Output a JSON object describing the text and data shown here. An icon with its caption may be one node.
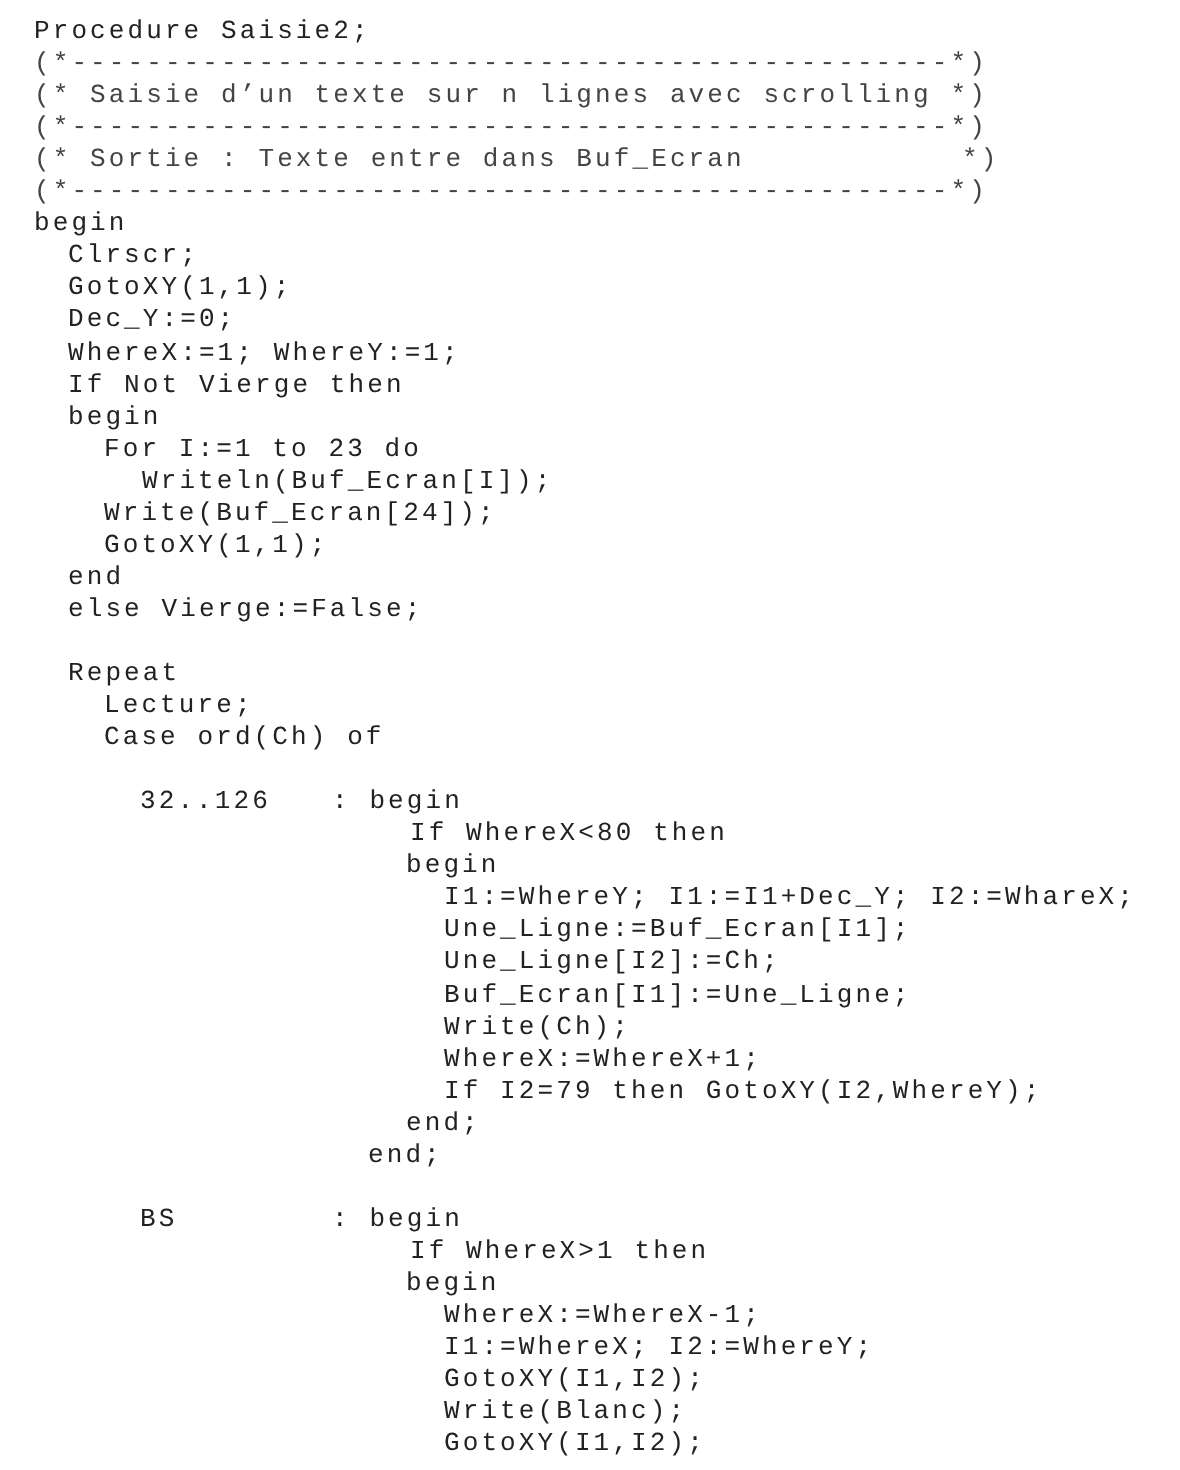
{
  "diagram": {
    "labels": [
      "Procedure Saisie2;",
      "(*-----------------------------------------------*)",
      "(* Saisie d’un texte sur n lignes avec scrolling *)",
      "(*-----------------------------------------------*)",
      "(* Sortie : Texte entre dans Buf_Ecran",
      "*)",
      "(*-----------------------------------------------*)",
      "begin",
      "Clrscr;",
      "GotoXY(1,1);",
      "Dec_Y:=0;",
      "WhereX:=1; WhereY:=1;",
      "If Not Vierge then",
      "begin",
      "For I:=1 to 23 do",
      "Writeln(Buf_Ecran[I]);",
      "Write(Buf_Ecran[24]);",
      "GotoXY(1,1);",
      "end",
      "else Vierge:=False;",
      "Repeat",
      "Lecture;",
      "Case ord(Ch) of",
      "32..126",
      ": begin",
      "If WhereX<80 then",
      "begin",
      "I1:=WhereY; I1:=I1+Dec_Y; I2:=WhareX;",
      "Une_Ligne:=Buf_Ecran[I1];",
      "Une_Ligne[I2]:=Ch;",
      "Buf_Ecran[I1]:=Une_Ligne;",
      "Write(Ch);",
      "WhereX:=WhereX+1;",
      "If I2=79 then GotoXY(I2,WhereY);",
      "end;",
      "end;",
      "BS",
      ": begin",
      "If WhereX>1 then",
      "begin",
      "WhereX:=WhereX-1;",
      "I1:=WhereX; I2:=WhereY;",
      "GotoXY(I1,I2);",
      "Write(Blanc);",
      "GotoXY(I1,I2);"
    ]
  }
}
